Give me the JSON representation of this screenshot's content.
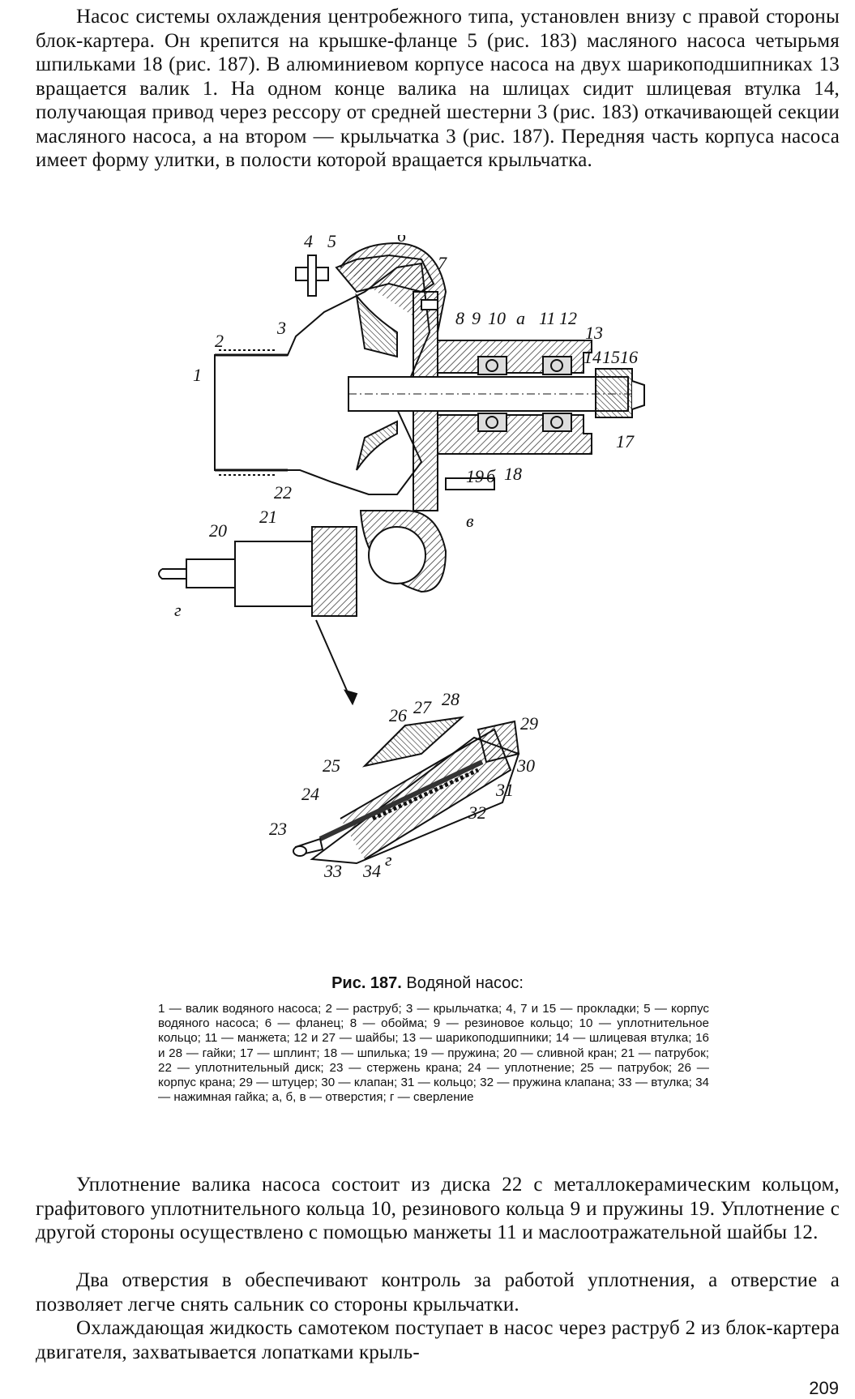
{
  "paragraphs": [
    "Насос системы охлаждения центробежного типа, установлен внизу с правой стороны блок-картера. Он крепится на крышке-фланце 5 (рис. 183) масляного насоса четырьмя шпильками 18 (рис. 187). В алюминиевом корпусе насоса на двух шарикоподшипниках 13 вращается валик 1. На одном конце валика на шлицах сидит шлицевая втулка 14, получающая привод через рессору от средней шестерни 3 (рис. 183) откачивающей секции масляного насоса, а на втором — крыльчатка 3 (рис. 187). Передняя часть корпуса насоса имеет форму улитки, в полости которой вращается крыльчатка.",
    "Уплотнение валика насоса состоит из диска 22 с металлокерамическим кольцом, графитового уплотнительного кольца 10, резинового кольца 9 и пружины 19. Уплотнение с другой стороны осуществлено с помощью манжеты 11 и маслоотражательной шайбы 12.",
    "Два отверстия в обеспечивают контроль за работой уплотнения, а отверстие а позволяет легче снять сальник со стороны крыльчатки.",
    "Охлаждающая жидкость самотеком поступает в насос через раструб 2 из блок-картера двигателя, захватывается лопатками крыль-"
  ],
  "figure": {
    "caption_label": "Рис. 187.",
    "caption_title": "Водяной насос:",
    "legend": "1 — валик водяного насоса; 2 — раструб; 3 — крыльчатка; 4, 7 и 15 — прокладки; 5 — корпус водяного насоса; 6 — фланец; 8 — обойма; 9 — резиновое кольцо; 10 — уплотнительное кольцо; 11 — манжета; 12 и 27 — шайбы; 13 — шарикоподшипники; 14 — шлицевая втулка; 16 и 28 — гайки; 17 — шплинт; 18 — шпилька; 19 — пружина; 20 — сливной кран; 21 — патрубок; 22 — уплотнительный диск; 23 — стержень крана; 24 — уплотнение; 25 — патрубок; 26 — корпус крана; 29 — штуцер; 30 — клапан; 31 — кольцо; 32 — пружина клапана; 33 — втулка; 34 — нажимная гайка; а, б, в — отверстия; г — сверление",
    "callouts_main": [
      "4",
      "5",
      "6",
      "7",
      "8",
      "9",
      "10",
      "а",
      "11",
      "12",
      "13",
      "14",
      "15",
      "16",
      "17",
      "18",
      "19",
      "б",
      "в",
      "2",
      "3",
      "1",
      "22",
      "21",
      "20",
      "г"
    ],
    "callouts_detail": [
      "26",
      "27",
      "28",
      "29",
      "25",
      "30",
      "24",
      "31",
      "32",
      "23",
      "33",
      "г",
      "34"
    ]
  },
  "page_number": "209"
}
